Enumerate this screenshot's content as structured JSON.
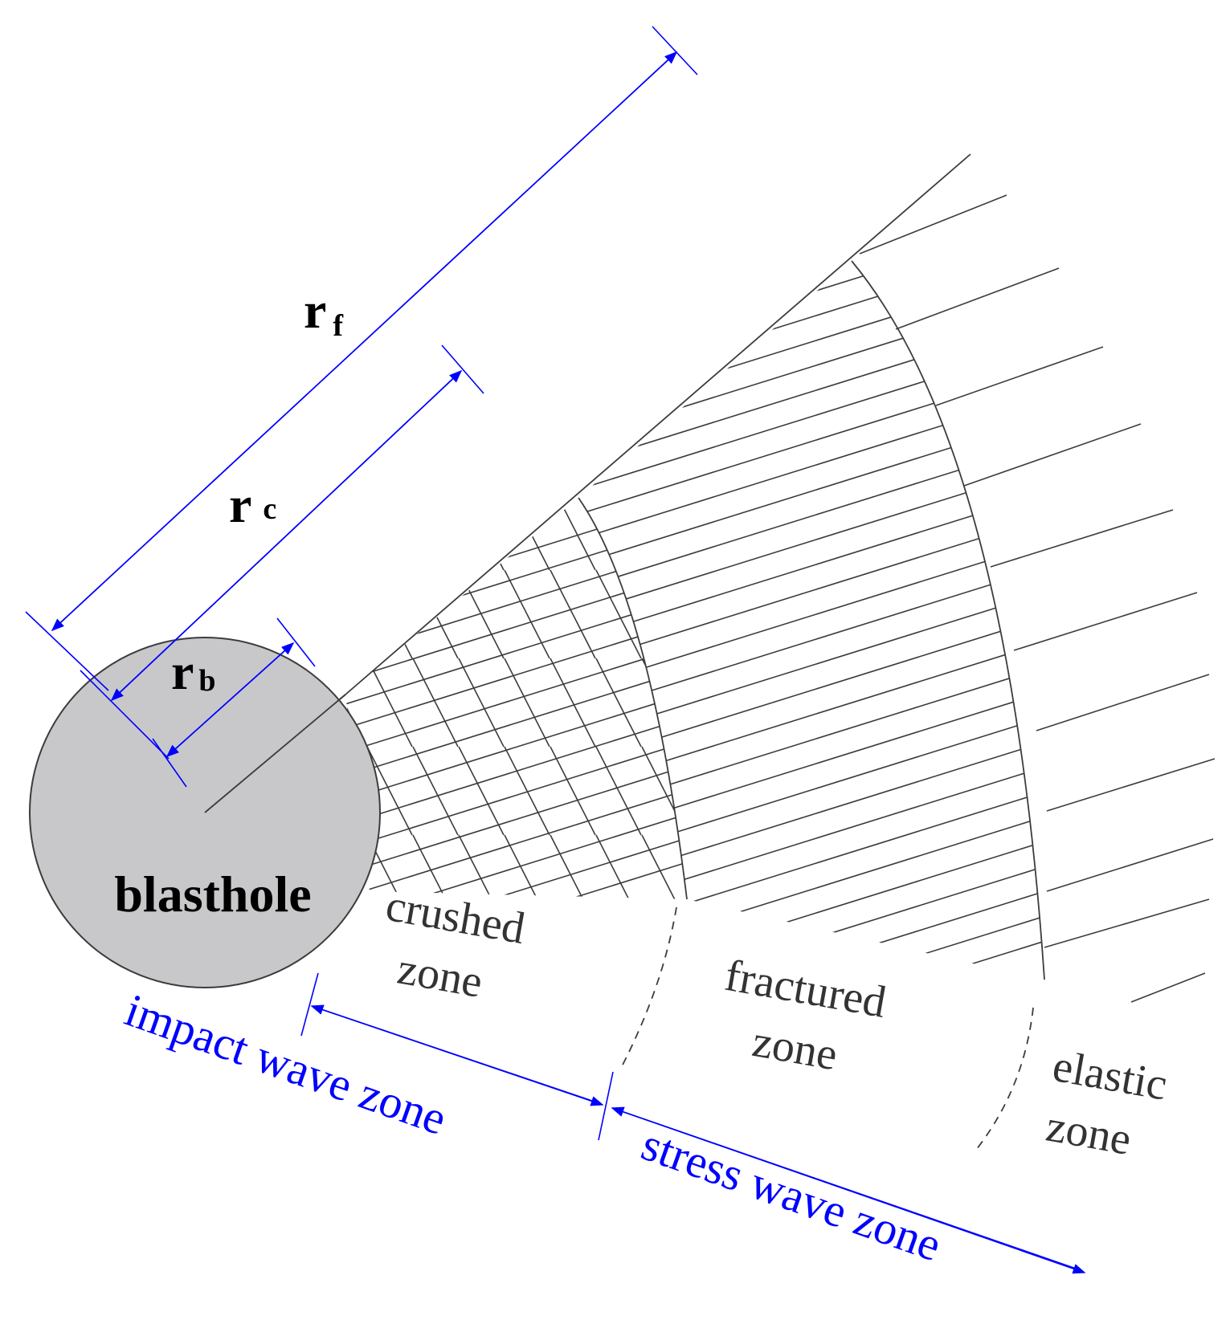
{
  "colors": {
    "annotation": "#0000ff",
    "lines": "#3c3c3c",
    "blasthole_fill": "#c8c8ca",
    "text": "#333333"
  },
  "blasthole": {
    "label": "blasthole"
  },
  "radii": {
    "rb": {
      "main": "r",
      "sub": "b"
    },
    "rc": {
      "main": "r",
      "sub": "c"
    },
    "rf": {
      "main": "r",
      "sub": "f"
    }
  },
  "zones": {
    "crushed": {
      "line1": "crushed",
      "line2": "zone"
    },
    "fractured": {
      "line1": "fractured",
      "line2": "zone"
    },
    "elastic": {
      "line1": "elastic",
      "line2": "zone"
    }
  },
  "wave_zones": {
    "impact": "impact wave zone",
    "stress": "stress wave zone"
  }
}
